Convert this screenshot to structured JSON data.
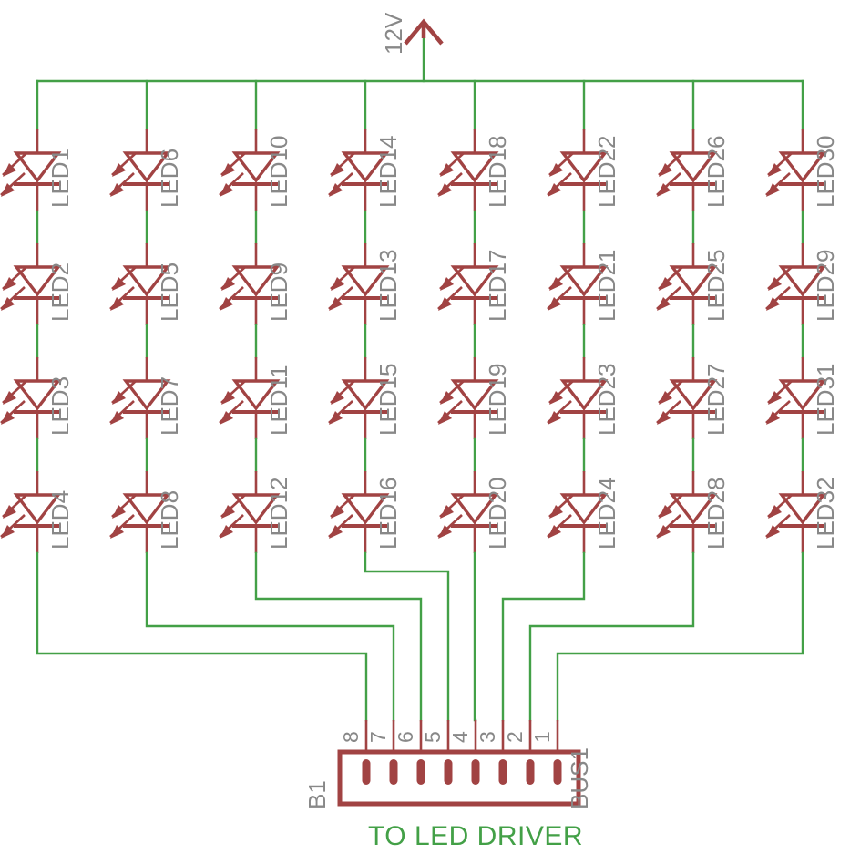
{
  "diagram": {
    "title": "LED Matrix Schematic",
    "supply": {
      "label": "12V",
      "net_color": "#43a047"
    },
    "colors": {
      "wire": "#43a047",
      "component": "#a14343",
      "label": "#888888",
      "text_green": "#43a047",
      "background": "#ffffff"
    },
    "connector": {
      "designator": "B1",
      "value": "BUS1",
      "caption": "TO LED DRIVER",
      "pin_labels": [
        "8",
        "7",
        "6",
        "5",
        "4",
        "3",
        "2",
        "1"
      ]
    },
    "columns": [
      {
        "index": 1,
        "pin": "8",
        "leds": [
          "LED1",
          "LED2",
          "LED3",
          "LED4"
        ]
      },
      {
        "index": 2,
        "pin": "7",
        "leds": [
          "LED6",
          "LED5",
          "LED7",
          "LED8"
        ]
      },
      {
        "index": 3,
        "pin": "6",
        "leds": [
          "LED10",
          "LED9",
          "LED11",
          "LED12"
        ]
      },
      {
        "index": 4,
        "pin": "5",
        "leds": [
          "LED14",
          "LED13",
          "LED15",
          "LED16"
        ]
      },
      {
        "index": 5,
        "pin": "4",
        "leds": [
          "LED18",
          "LED17",
          "LED19",
          "LED20"
        ]
      },
      {
        "index": 6,
        "pin": "3",
        "leds": [
          "LED22",
          "LED21",
          "LED23",
          "LED24"
        ]
      },
      {
        "index": 7,
        "pin": "2",
        "leds": [
          "LED26",
          "LED25",
          "LED27",
          "LED28"
        ]
      },
      {
        "index": 8,
        "pin": "1",
        "leds": [
          "LED30",
          "LED29",
          "LED31",
          "LED32"
        ]
      }
    ]
  }
}
